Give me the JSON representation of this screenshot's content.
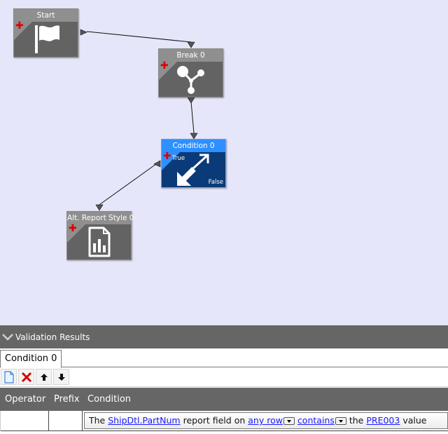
{
  "nodes": {
    "start": {
      "title": "Start"
    },
    "break": {
      "title": "Break 0"
    },
    "condition": {
      "title": "Condition 0",
      "true_label": "True",
      "false_label": "False"
    },
    "report": {
      "title": "Alt. Report Style 0"
    }
  },
  "panel": {
    "title": "Validation Results",
    "tab": "Condition 0",
    "columns": {
      "operator": "Operator",
      "prefix": "Prefix",
      "condition": "Condition"
    },
    "row": {
      "operator": "",
      "prefix": "",
      "condition": {
        "t1": "The",
        "field": "ShipDtl.PartNum",
        "t2": "report field on",
        "scope": "any row",
        "op": "contains",
        "t3": "the",
        "value": "PRE003",
        "t4": "value"
      }
    }
  },
  "colors": {
    "canvas": "#e6e6fa",
    "node": "#636363",
    "node_title": "#8f8f8f",
    "selected": "#0a3b78",
    "selected_title": "#2e8fff",
    "plus": "#e00000"
  }
}
